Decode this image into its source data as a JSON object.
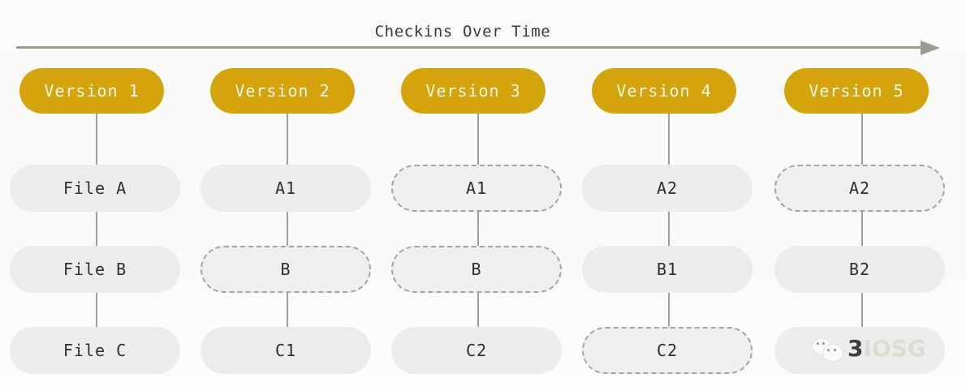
{
  "title": "Checkins Over Time",
  "colors": {
    "version_pill": "#d3a40c",
    "version_text": "#f7f3e4",
    "node_fill": "#ececea",
    "node_dashed_border": "#a3a3a0",
    "axis": "#9a9a96",
    "connector": "#9e9e9a",
    "background": "#fbfaf8",
    "node_text": "#2e2e2e"
  },
  "timeline": {
    "label": "Checkins Over Time",
    "arrow_icon": "arrow-right-icon",
    "direction": "left-to-right"
  },
  "columns": [
    {
      "version": "Version 1",
      "nodes": [
        {
          "label": "File A",
          "style": "solid"
        },
        {
          "label": "File B",
          "style": "solid"
        },
        {
          "label": "File C",
          "style": "solid"
        }
      ]
    },
    {
      "version": "Version 2",
      "nodes": [
        {
          "label": "A1",
          "style": "solid"
        },
        {
          "label": "B",
          "style": "dashed"
        },
        {
          "label": "C1",
          "style": "solid"
        }
      ]
    },
    {
      "version": "Version 3",
      "nodes": [
        {
          "label": "A1",
          "style": "dashed"
        },
        {
          "label": "B",
          "style": "dashed"
        },
        {
          "label": "C2",
          "style": "solid"
        }
      ]
    },
    {
      "version": "Version 4",
      "nodes": [
        {
          "label": "A2",
          "style": "solid"
        },
        {
          "label": "B1",
          "style": "solid"
        },
        {
          "label": "C2",
          "style": "dashed"
        }
      ]
    },
    {
      "version": "Version 5",
      "nodes": [
        {
          "label": "A2",
          "style": "dashed"
        },
        {
          "label": "B2",
          "style": "solid"
        },
        {
          "label": "",
          "style": "solid"
        }
      ]
    }
  ],
  "watermark": {
    "icon": "wechat-icon",
    "lead": "3",
    "rest": "IOSG"
  }
}
